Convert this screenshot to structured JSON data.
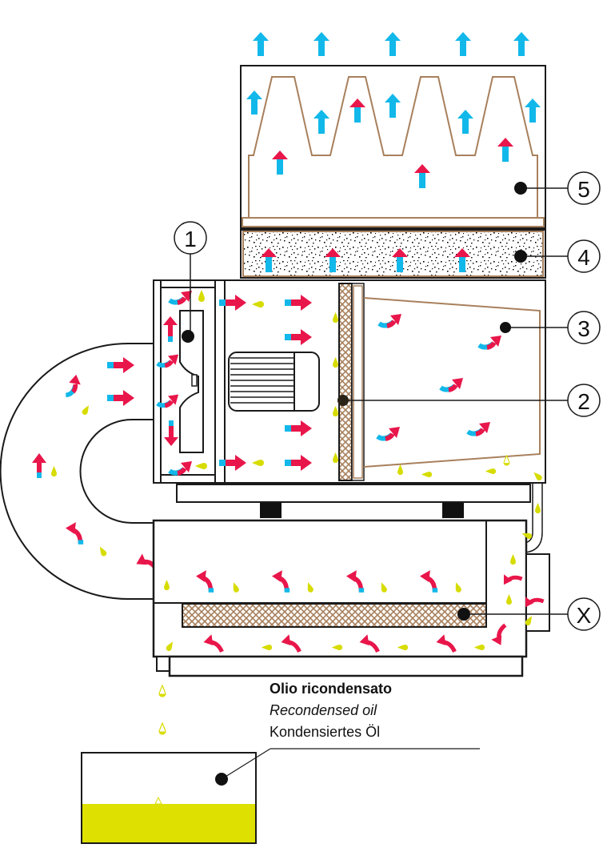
{
  "diagram": {
    "type": "oil mist separator airflow schematic",
    "callouts": [
      {
        "id": "1",
        "label": "1",
        "target": "fan"
      },
      {
        "id": "2",
        "label": "2",
        "target": "pre-filter"
      },
      {
        "id": "3",
        "label": "3",
        "target": "bag filter"
      },
      {
        "id": "4",
        "label": "4",
        "target": "HEPA / fine filter"
      },
      {
        "id": "5",
        "label": "5",
        "target": "pleated absolute filter"
      },
      {
        "id": "X",
        "label": "X",
        "target": "condensation filter mesh"
      }
    ],
    "legend": {
      "it": "Olio ricondensato",
      "en": "Recondensed oil",
      "de": "Kondensiertes Öl"
    },
    "colors": {
      "clean_air": "#12b8ea",
      "dirty_air": "#e8164a",
      "oil": "#d7dc00",
      "filter_brown": "#a8805c",
      "outline": "#1a1a1a"
    }
  }
}
